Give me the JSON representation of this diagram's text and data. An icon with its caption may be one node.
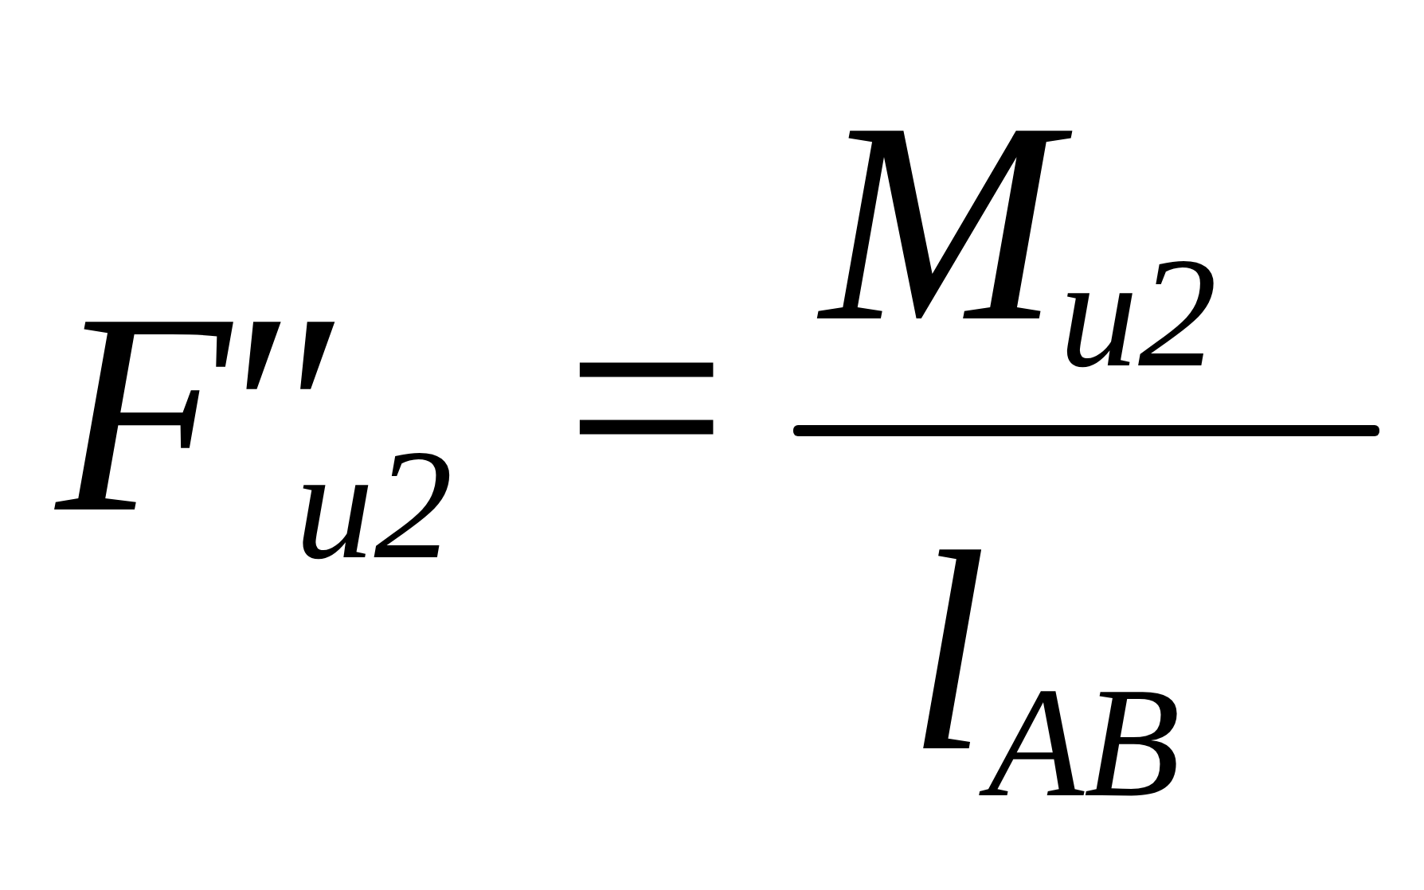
{
  "diagram": {
    "labels": [
      "*F*″$_{u2}$",
      "=",
      "*M*$_{u2}$",
      "*l*$_{AB}$"
    ]
  }
}
